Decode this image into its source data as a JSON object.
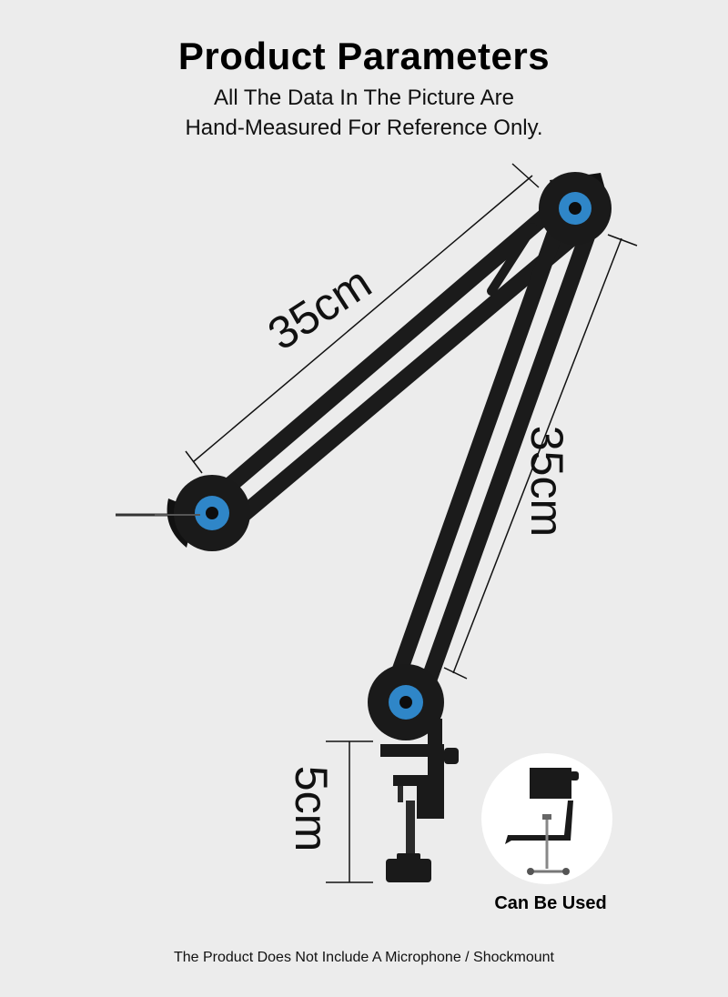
{
  "header": {
    "title": "Product Parameters",
    "subtitle_line1": "All The Data In The Picture Are",
    "subtitle_line2": "Hand-Measured For Reference Only."
  },
  "dimensions": {
    "upper_arm": "35cm",
    "lower_arm": "35cm",
    "clamp": "5cm"
  },
  "inset": {
    "caption": "Can Be Used"
  },
  "footer": {
    "note": "The Product Does Not Include A Microphone / Shockmount"
  },
  "colors": {
    "background": "#ececec",
    "arm": "#1b1b1b",
    "joint_accent": "#2f86c8"
  }
}
